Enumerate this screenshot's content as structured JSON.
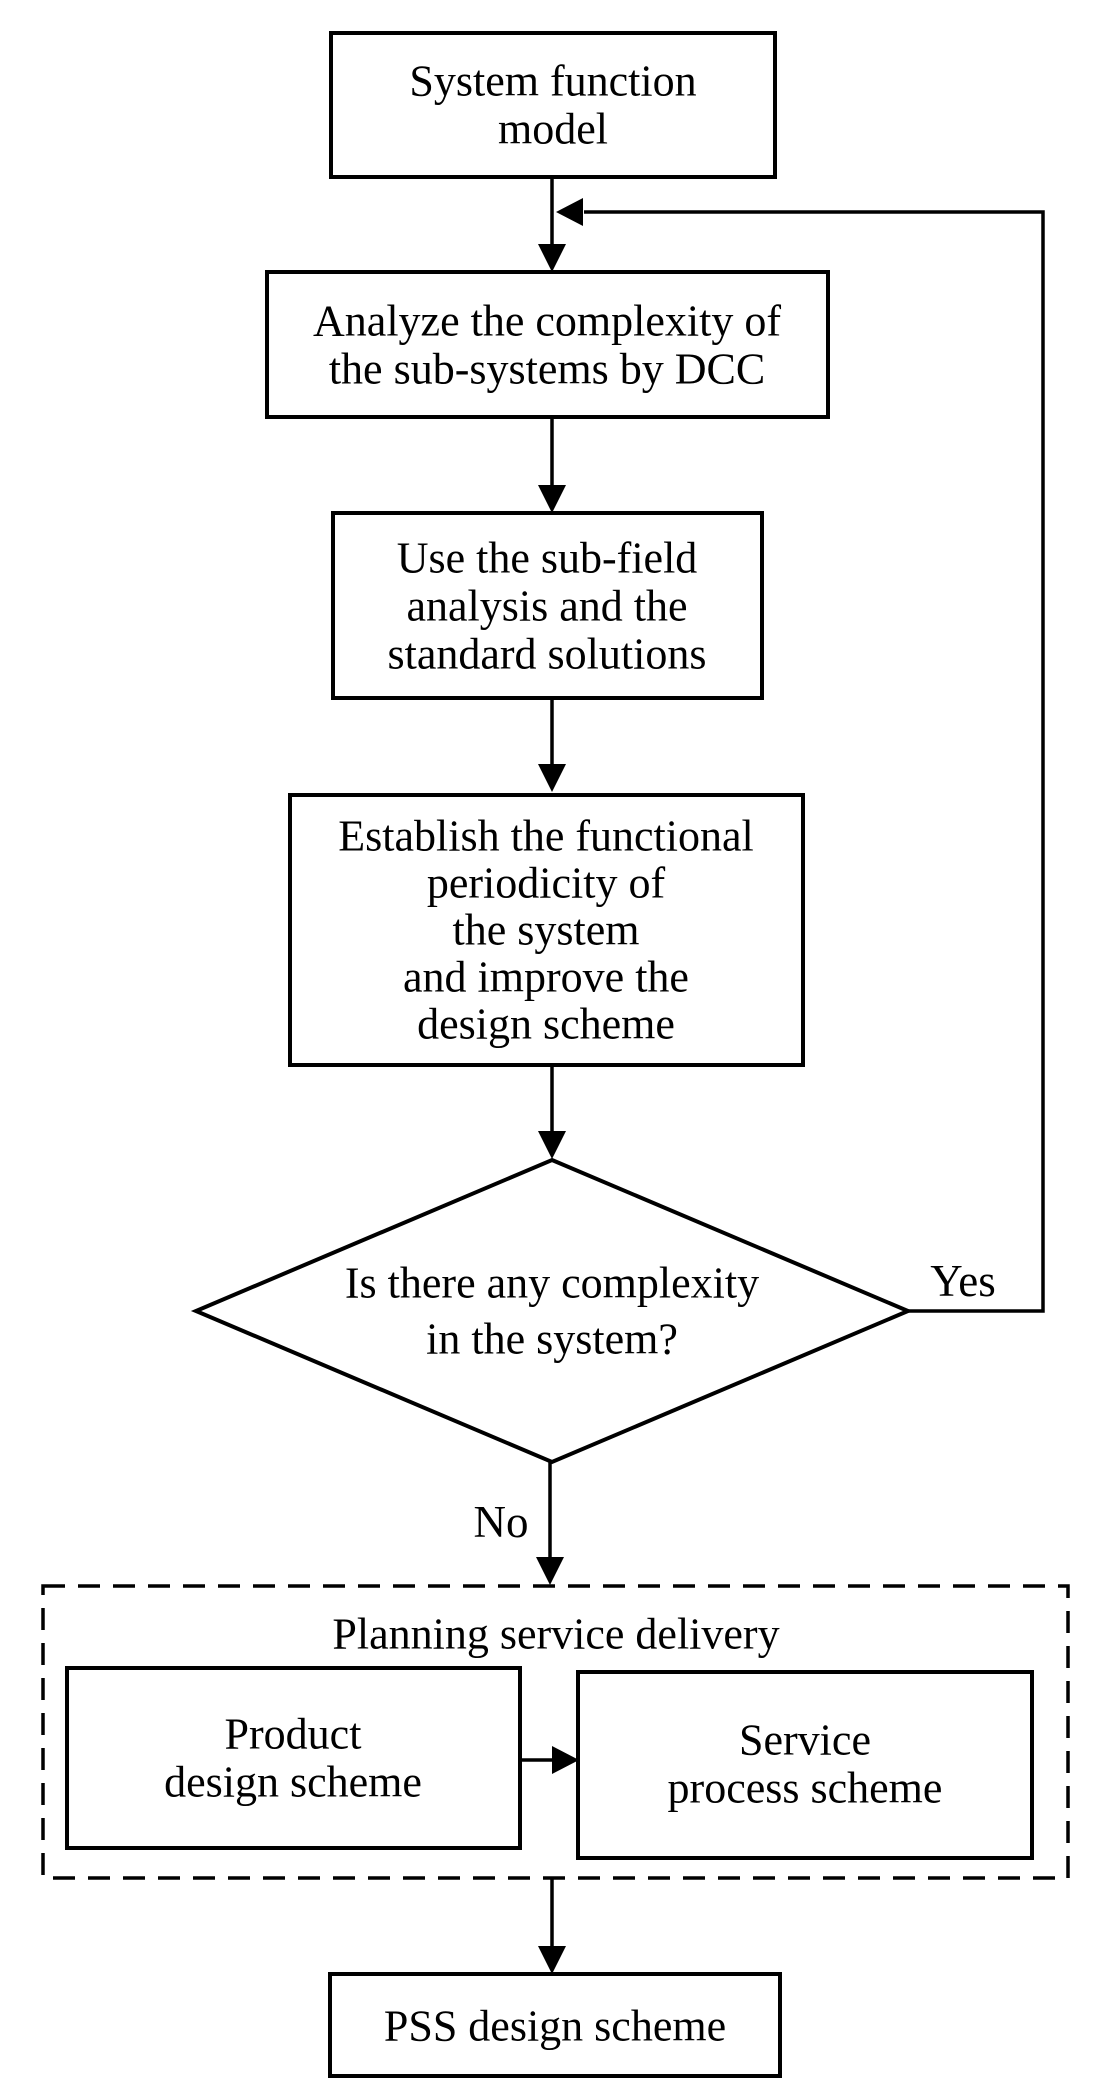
{
  "flowchart": {
    "colors": {
      "background": "#ffffff",
      "stroke": "#000000",
      "text": "#000000"
    },
    "nodes": {
      "system_function_model": {
        "lines": [
          "System function",
          "model"
        ]
      },
      "analyze_complexity": {
        "lines": [
          "Analyze the complexity of",
          "the sub-systems by DCC"
        ]
      },
      "sub_field_analysis": {
        "lines": [
          "Use the sub-field",
          "analysis and the",
          "standard solutions"
        ]
      },
      "establish_periodicity": {
        "lines": [
          "Establish the functional",
          "periodicity of",
          "the system",
          "and improve the",
          "design scheme"
        ]
      },
      "complexity_decision": {
        "lines": [
          "Is there any complexity",
          "in the system?"
        ]
      },
      "planning_service_delivery": {
        "label": "Planning service delivery"
      },
      "product_design_scheme": {
        "lines": [
          "Product",
          "design scheme"
        ]
      },
      "service_process_scheme": {
        "lines": [
          "Service",
          "process scheme"
        ]
      },
      "pss_design_scheme": {
        "lines": [
          "PSS design scheme"
        ]
      }
    },
    "edge_labels": {
      "yes": "Yes",
      "no": "No"
    }
  }
}
